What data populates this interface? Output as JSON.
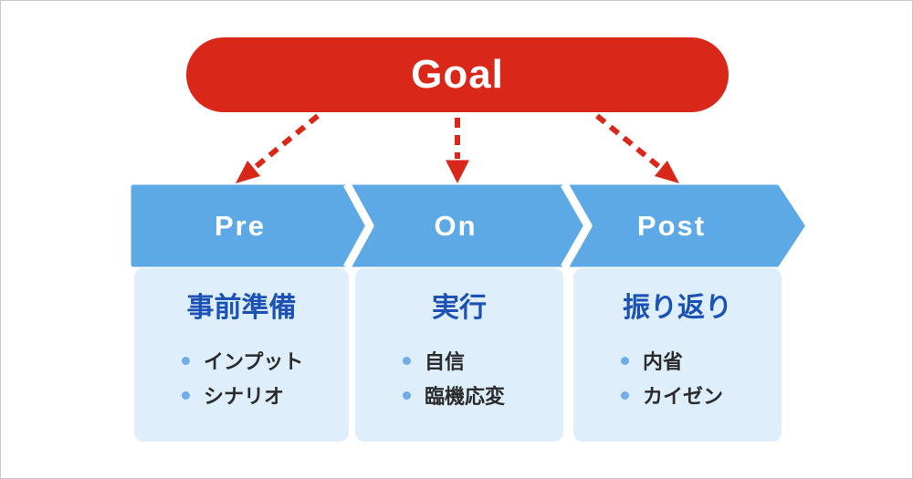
{
  "goal": {
    "label": "Goal"
  },
  "stages": [
    {
      "label": "Pre",
      "title": "事前準備",
      "items": [
        "インプット",
        "シナリオ"
      ]
    },
    {
      "label": "On",
      "title": "実行",
      "items": [
        "自信",
        "臨機応変"
      ]
    },
    {
      "label": "Post",
      "title": "振り返り",
      "items": [
        "内省",
        "カイゼン"
      ]
    }
  ],
  "colors": {
    "goal_red": "#D9281A",
    "band_blue": "#5CA9E6",
    "card_bg": "#DEEEFA",
    "heading_blue": "#1D52B5",
    "bullet_blue": "#6FACE8",
    "text_dark": "#2B2B2B",
    "border_gray": "#C9C9C9"
  }
}
